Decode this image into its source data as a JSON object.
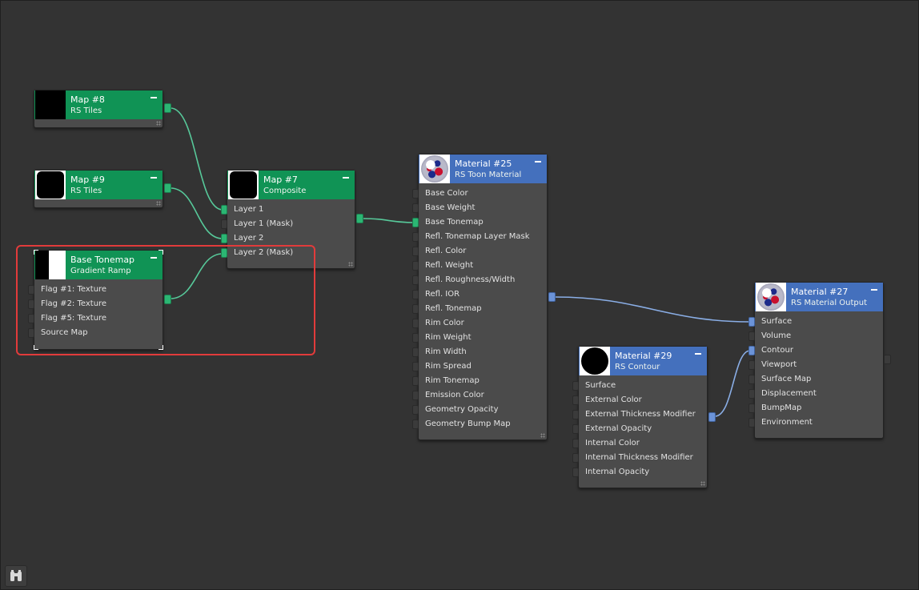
{
  "nodes": {
    "map8": {
      "title": "Map #8",
      "subtitle": "RS Tiles"
    },
    "map9": {
      "title": "Map #9",
      "subtitle": "RS Tiles"
    },
    "base_tonemap": {
      "title": "Base Tonemap",
      "subtitle": "Gradient Ramp",
      "inputs": [
        "Flag #1: Texture",
        "Flag #2: Texture",
        "Flag #5: Texture",
        "Source Map"
      ]
    },
    "map7": {
      "title": "Map #7",
      "subtitle": "Composite",
      "inputs": [
        "Layer 1",
        "Layer 1 (Mask)",
        "Layer 2",
        "Layer 2 (Mask)"
      ]
    },
    "material25": {
      "title": "Material #25",
      "subtitle": "RS Toon Material",
      "inputs": [
        "Base Color",
        "Base Weight",
        "Base Tonemap",
        "Refl. Tonemap Layer Mask",
        "Refl. Color",
        "Refl. Weight",
        "Refl. Roughness/Width",
        "Refl. IOR",
        "Refl. Tonemap",
        "Rim Color",
        "Rim Weight",
        "Rim Width",
        "Rim Spread",
        "Rim Tonemap",
        "Emission Color",
        "Geometry Opacity",
        "Geometry Bump Map"
      ]
    },
    "material29": {
      "title": "Material #29",
      "subtitle": "RS Contour",
      "inputs": [
        "Surface",
        "External Color",
        "External Thickness Modifier",
        "External Opacity",
        "Internal Color",
        "Internal Thickness Modifier",
        "Internal Opacity"
      ]
    },
    "material27": {
      "title": "Material #27",
      "subtitle": "RS Material Output",
      "inputs": [
        "Surface",
        "Volume",
        "Contour",
        "Viewport",
        "Surface Map",
        "Displacement",
        "BumpMap",
        "Environment"
      ]
    }
  },
  "colors": {
    "canvas_bg": "#333333",
    "node_body": "#4b4b4b",
    "header_map": "#109355",
    "header_material": "#4470bd",
    "wire_map": "#57c99a",
    "wire_material": "#8aaee6",
    "selection_outline": "#e23b3b"
  },
  "icons": {
    "collapse": "minus-icon",
    "resize": "resize-grip-icon",
    "navigator": "binoculars-icon"
  }
}
